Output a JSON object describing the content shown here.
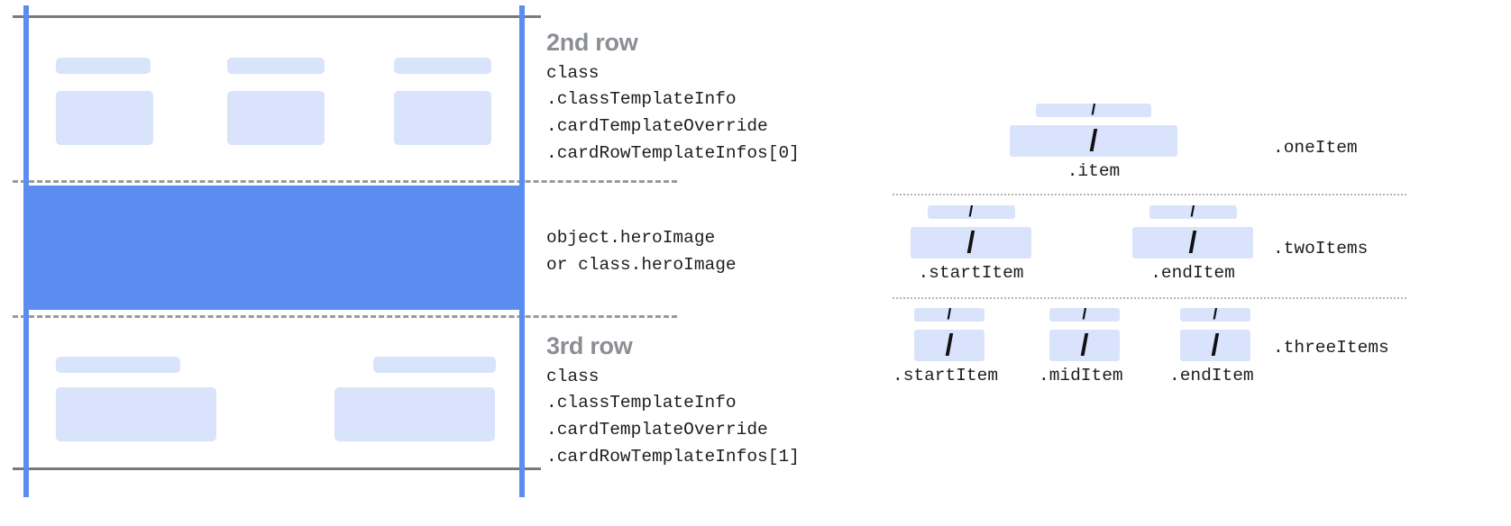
{
  "left_diagram": {
    "name": "card-template-rows",
    "rows": [
      {
        "id": "second-row",
        "kind": "content-row",
        "placeholders": [
          {
            "label_block": true
          },
          {
            "label_block": true
          },
          {
            "label_block": true
          }
        ]
      },
      {
        "id": "hero-row",
        "kind": "hero-image",
        "color": "#5b8df0"
      },
      {
        "id": "third-row",
        "kind": "content-row",
        "placeholders": [
          {
            "label_block": true
          },
          {
            "label_block": true
          }
        ]
      }
    ],
    "colors": {
      "rail": "#5b8df0",
      "hero": "#5b8df0",
      "placeholder": "#d9e3fb",
      "solid_line": "#7a7a7a",
      "dashed_line": "#9a9a9a"
    }
  },
  "annotations": [
    {
      "id": "second-row-annotation",
      "title": "2nd row",
      "code": "class\n.classTemplateInfo\n.cardTemplateOverride\n.cardRowTemplateInfos[0]"
    },
    {
      "id": "hero-image-annotation",
      "title": "",
      "code": "object.heroImage\nor class.heroImage"
    },
    {
      "id": "third-row-annotation",
      "title": "3rd row",
      "code": "class\n.classTemplateInfo\n.cardTemplateOverride\n.cardRowTemplateInfos[1]"
    }
  ],
  "right_diagram": {
    "name": "row-item-variants",
    "slash_glyph": "/",
    "variants": [
      {
        "id": "one-item",
        "variant_label": ".oneItem",
        "cells": [
          {
            "label": ".item",
            "top_bar_width": 128,
            "main_bar_width": 186
          }
        ]
      },
      {
        "id": "two-items",
        "variant_label": ".twoItems",
        "cells": [
          {
            "label": ".startItem",
            "top_bar_width": 97,
            "main_bar_width": 134
          },
          {
            "label": ".endItem",
            "top_bar_width": 97,
            "main_bar_width": 134
          }
        ]
      },
      {
        "id": "three-items",
        "variant_label": ".threeItems",
        "cells": [
          {
            "label": ".startItem",
            "top_bar_width": 78,
            "main_bar_width": 78
          },
          {
            "label": ".midItem",
            "top_bar_width": 78,
            "main_bar_width": 78
          },
          {
            "label": ".endItem",
            "top_bar_width": 78,
            "main_bar_width": 78
          }
        ]
      }
    ],
    "colors": {
      "bar": "#d9e3fb",
      "slash": "#111111",
      "divider": "#b5b5b5"
    }
  }
}
